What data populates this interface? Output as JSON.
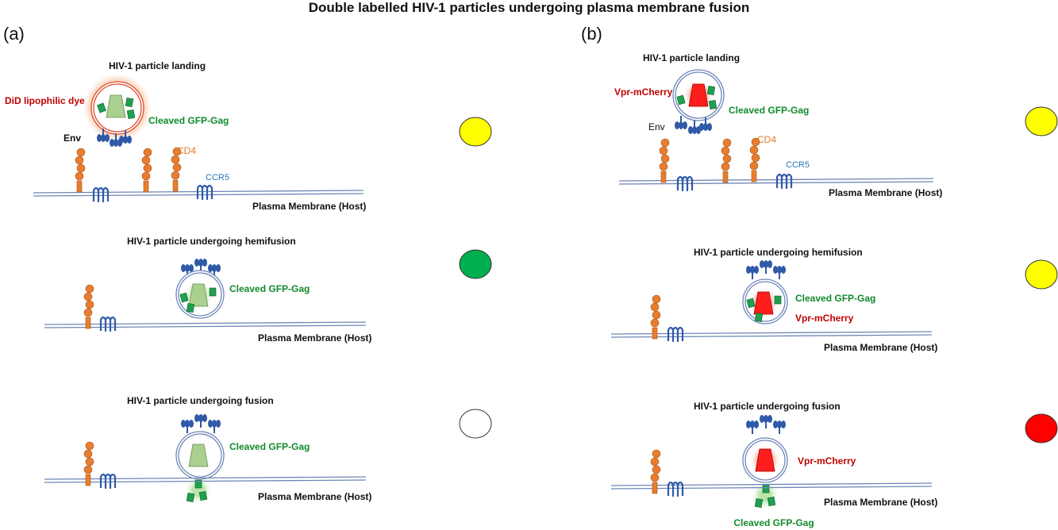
{
  "title": "Double labelled HIV-1 particles undergoing plasma membrane fusion",
  "colors": {
    "membrane": "#6f86b8",
    "receptor_blue": "#2f5aa8",
    "cd4_orange": "#e87d2f",
    "cd4_text": "#e8782a",
    "ccr5_text": "#2e74b5",
    "gag_green": "#1ea050",
    "gag_text": "#118a2c",
    "core_fill": "#a9d08e",
    "red_text": "#c00000",
    "did_text": "#c00000",
    "dot_yellow": "#ffff00",
    "dot_green": "#00b050",
    "dot_red": "#ff0000",
    "dot_white": "#ffffff"
  },
  "panels": [
    {
      "id": "a",
      "label": "(a)",
      "rows": [
        {
          "heading": "HIV-1 particle landing",
          "labels": {
            "dye": "DiD lipophilic dye",
            "env": "Env",
            "gag": "Cleaved GFP-Gag",
            "cd4": "CD4",
            "ccr5": "CCR5",
            "membrane": "Plasma Membrane (Host)"
          },
          "signal": "yellow"
        },
        {
          "heading": "HIV-1 particle undergoing hemifusion",
          "labels": {
            "gag": "Cleaved GFP-Gag",
            "membrane": "Plasma Membrane (Host)"
          },
          "signal": "green"
        },
        {
          "heading": "HIV-1 particle undergoing fusion",
          "labels": {
            "gag": "Cleaved GFP-Gag",
            "membrane": "Plasma Membrane (Host)"
          },
          "signal": "white"
        }
      ]
    },
    {
      "id": "b",
      "label": "(b)",
      "rows": [
        {
          "heading": "HIV-1 particle landing",
          "labels": {
            "vpr": "Vpr-mCherry",
            "env": "Env",
            "gag": "Cleaved GFP-Gag",
            "cd4": "CD4",
            "ccr5": "CCR5",
            "membrane": "Plasma Membrane (Host)"
          },
          "signal": "yellow"
        },
        {
          "heading": "HIV-1 particle undergoing hemifusion",
          "labels": {
            "gag": "Cleaved GFP-Gag",
            "vpr": "Vpr-mCherry",
            "membrane": "Plasma Membrane (Host)"
          },
          "signal": "yellow"
        },
        {
          "heading": "HIV-1 particle undergoing fusion",
          "labels": {
            "vpr": "Vpr-mCherry",
            "gag": "Cleaved GFP-Gag",
            "membrane": "Plasma Membrane (Host)"
          },
          "signal": "red"
        }
      ]
    }
  ]
}
